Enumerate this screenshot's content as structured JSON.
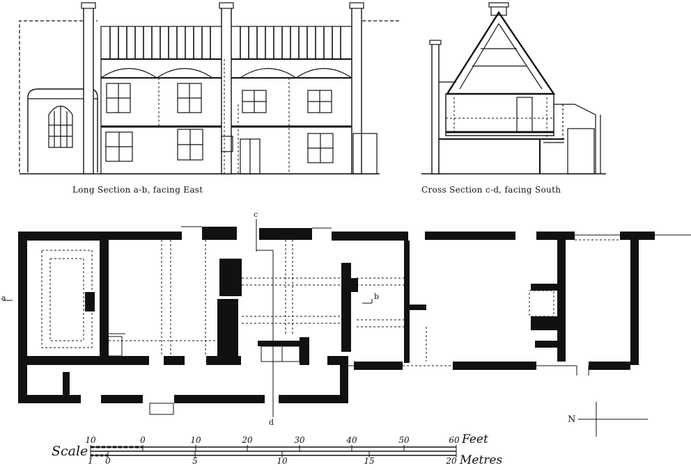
{
  "captions": {
    "long_section": "Long Section a-b, facing East",
    "cross_section": "Cross Section c-d, facing South"
  },
  "section_markers": {
    "a": "a",
    "b": "b",
    "c": "c",
    "d": "d"
  },
  "compass": {
    "north": "N"
  },
  "scale": {
    "label": "Scale",
    "feet_unit": "Feet",
    "metres_unit": "Metres",
    "feet_ticks": [
      "10",
      "0",
      "10",
      "20",
      "30",
      "40",
      "50",
      "60"
    ],
    "metre_ticks": [
      "1",
      "0",
      "5",
      "10",
      "15",
      "20"
    ]
  }
}
